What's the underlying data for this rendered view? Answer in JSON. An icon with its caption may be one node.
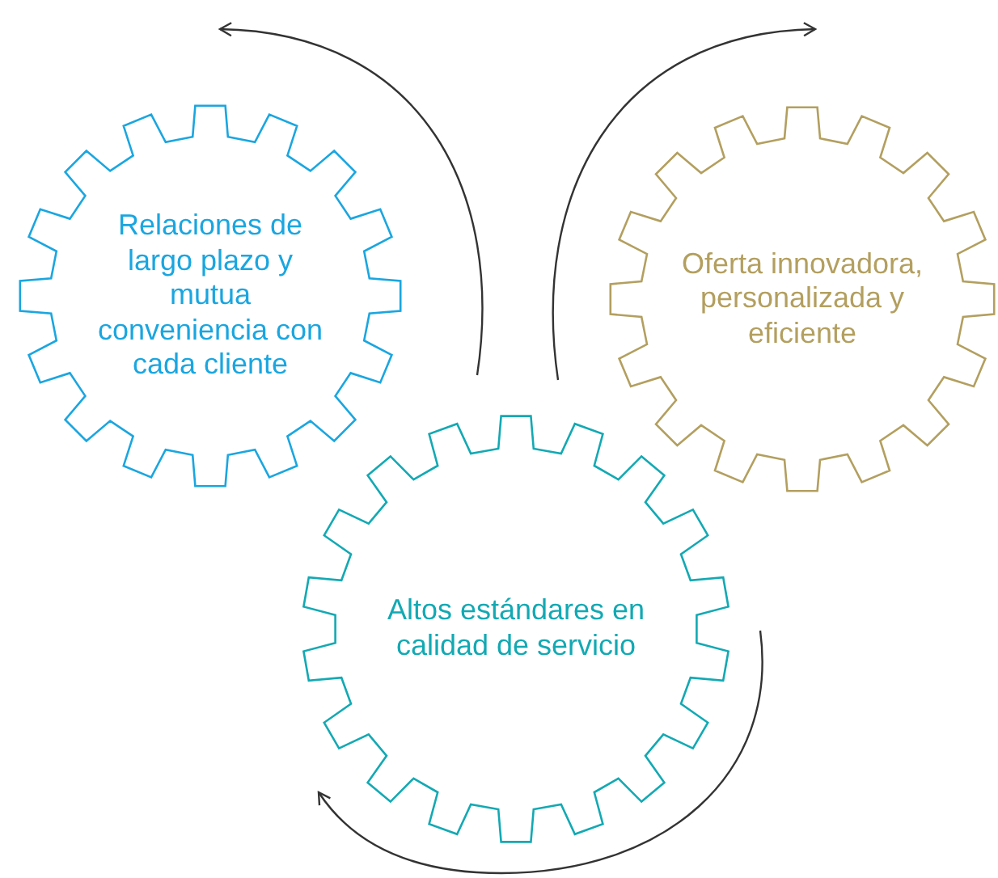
{
  "diagram": {
    "nodes": [
      {
        "text": [
          "Relaciones de largo plazo y mutua conveniencia con cada cliente"
        ]
      },
      {
        "text": [
          "Oferta innovadora, personalizada y eficiente"
        ]
      },
      {
        "text": [
          "Altos estándares en calidad de servicio"
        ]
      }
    ]
  }
}
